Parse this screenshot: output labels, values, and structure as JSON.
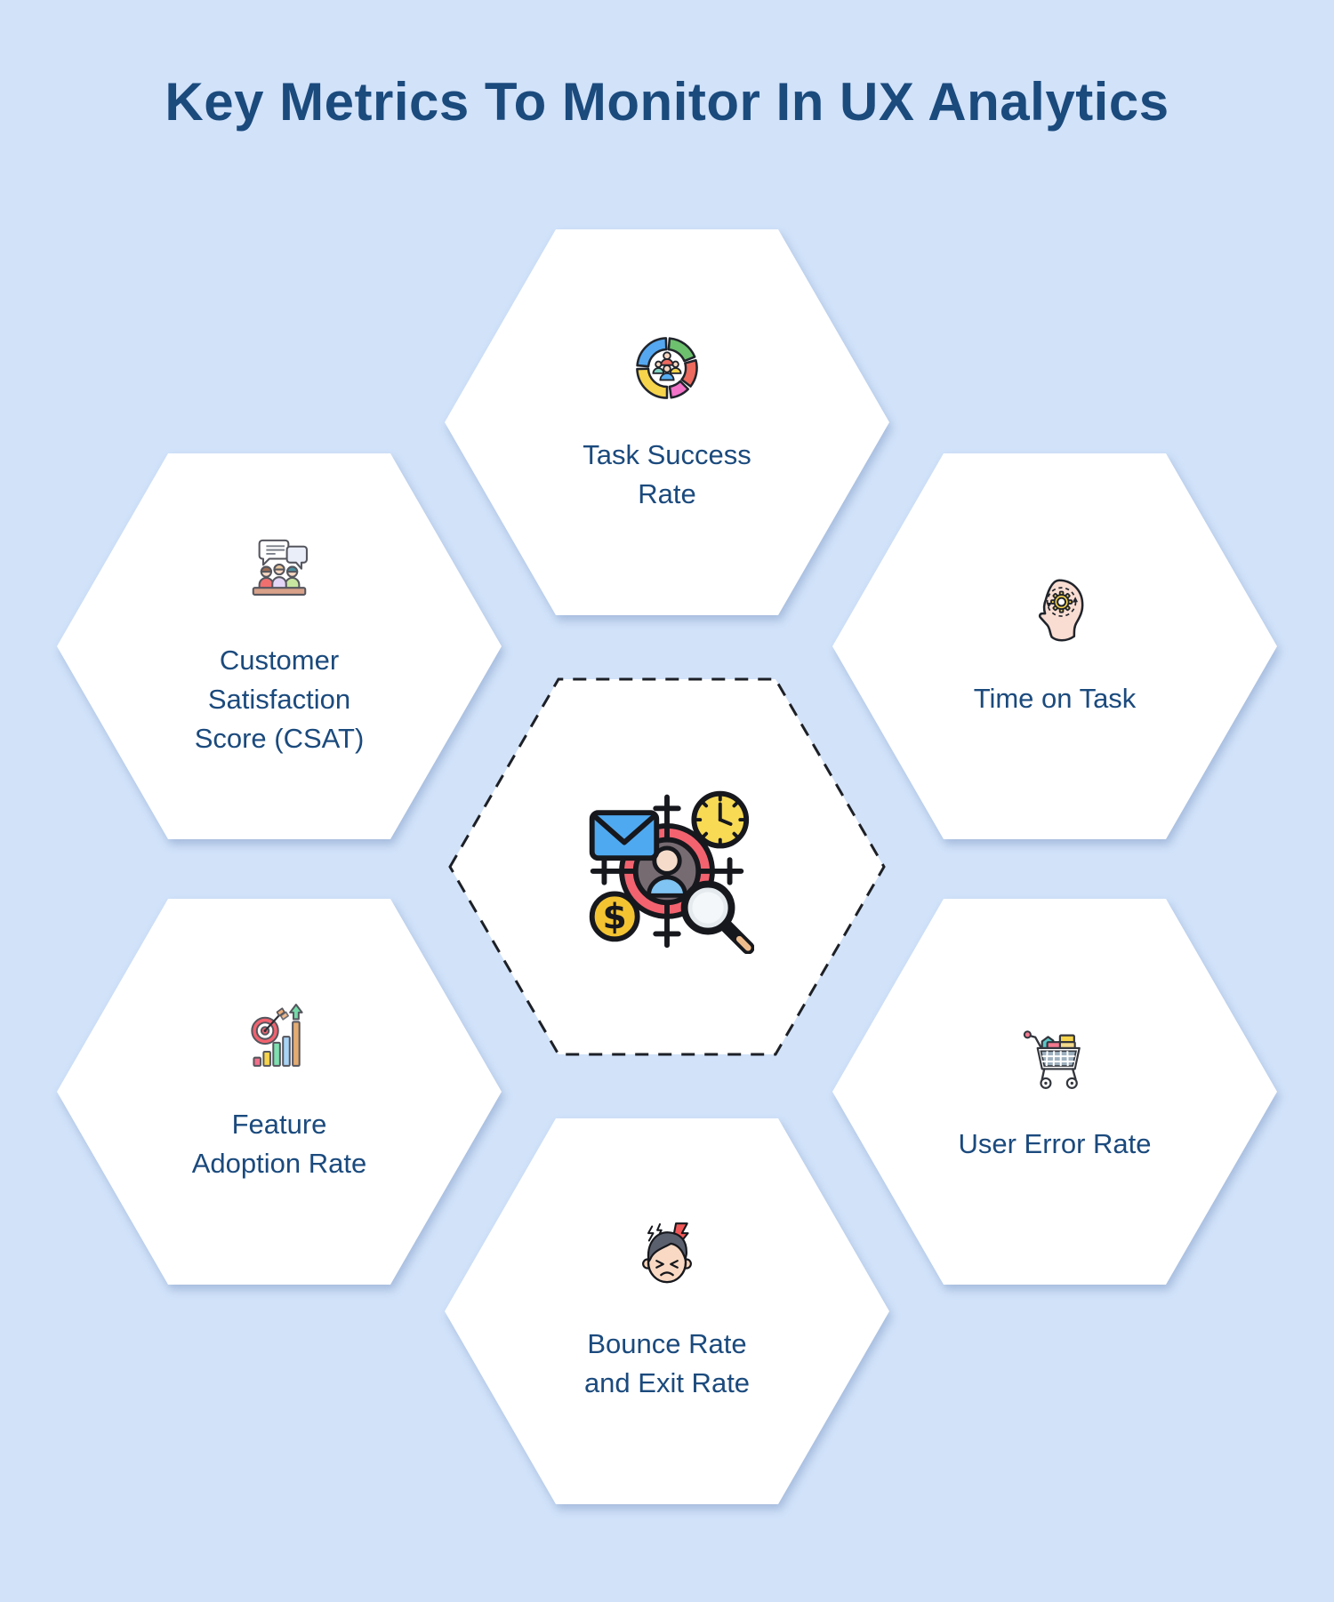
{
  "title": "Key Metrics To Monitor In UX Analytics",
  "palette": {
    "background": "#d1e2f9",
    "hexagon_fill": "#ffffff",
    "heading_text": "#1b4a7d",
    "label_text": "#1b4a7d",
    "outline_black": "#1d2026",
    "dashed_border": "#1d2026",
    "shadow": "rgba(114,143,188,0.45)"
  },
  "center_hexagon": {
    "style": "dashed-outline",
    "icon": "ux-research-target-icon"
  },
  "metrics": [
    {
      "label": "Task Success\nRate",
      "icon": "segmented-donut-users-icon",
      "position": "top-center"
    },
    {
      "label": "Customer\nSatisfaction\nScore (CSAT)",
      "icon": "customer-discussion-icon",
      "position": "middle-left"
    },
    {
      "label": "Time on Task",
      "icon": "head-with-gear-icon",
      "position": "middle-right"
    },
    {
      "label": "Feature\nAdoption Rate",
      "icon": "target-growth-bars-icon",
      "position": "lower-left"
    },
    {
      "label": "User Error Rate",
      "icon": "shopping-cart-icon",
      "position": "lower-right"
    },
    {
      "label": "Bounce Rate\nand Exit Rate",
      "icon": "frustrated-user-icon",
      "position": "bottom-center"
    }
  ]
}
